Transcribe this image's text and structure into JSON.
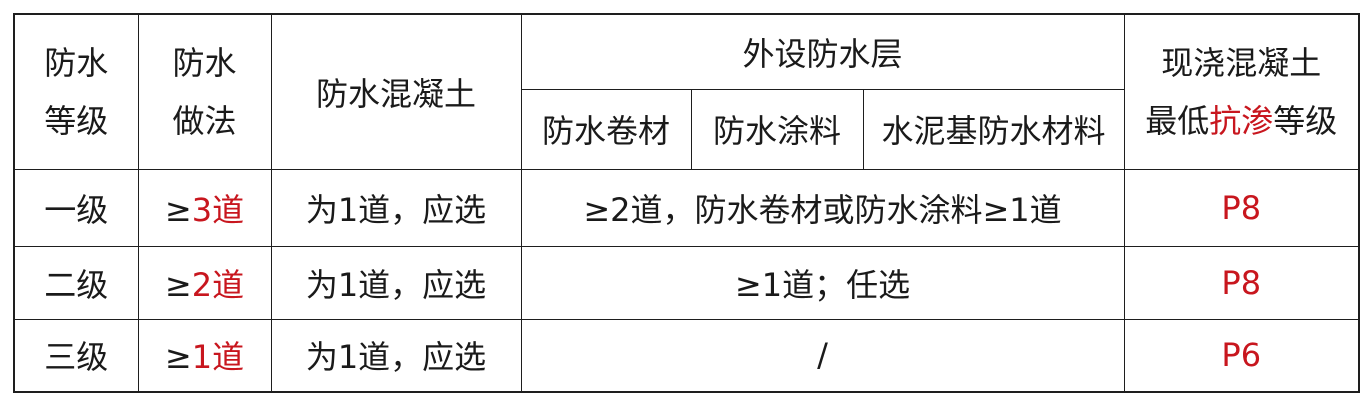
{
  "table": {
    "header": {
      "grade": [
        "防水",
        "等级"
      ],
      "method": [
        "防水",
        "做法"
      ],
      "concrete": "防水混凝土",
      "external_layer": "外设防水层",
      "sub": [
        "防水卷材",
        "防水涂料",
        "水泥基防水材料"
      ],
      "impermeability": {
        "line1": "现浇混凝土",
        "line2_prefix": "最低",
        "line2_highlight": "抗渗",
        "line2_suffix": "等级"
      }
    },
    "rows": [
      {
        "grade": "一级",
        "method_prefix": "≥",
        "method_highlight": "3道",
        "concrete": "为1道，应选",
        "external": "≥2道，防水卷材或防水涂料≥1道",
        "impermeability": "P8"
      },
      {
        "grade": "二级",
        "method_prefix": "≥",
        "method_highlight": "2道",
        "concrete": "为1道，应选",
        "external": "≥1道；任选",
        "impermeability": "P8"
      },
      {
        "grade": "三级",
        "method_prefix": "≥",
        "method_highlight": "1道",
        "concrete": "为1道，应选",
        "external": "/",
        "impermeability": "P6"
      }
    ]
  },
  "colors": {
    "text": "#1a1a1a",
    "highlight": "#c8161e",
    "border": "#1e1e1e",
    "background": "#ffffff"
  }
}
